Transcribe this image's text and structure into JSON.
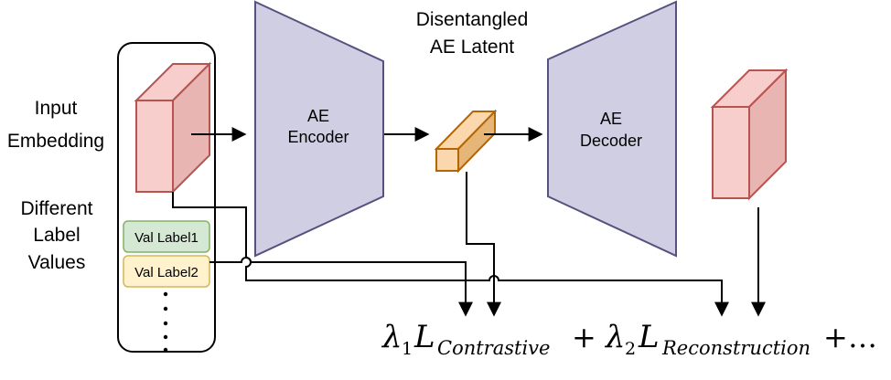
{
  "labels": {
    "input_line1": "Input",
    "input_line2": "Embedding",
    "diff_line1": "Different",
    "diff_line2": "Label",
    "diff_line3": "Values",
    "latent_line1": "Disentangled",
    "latent_line2": "AE Latent",
    "encoder_line1": "AE",
    "encoder_line2": "Encoder",
    "decoder_line1": "AE",
    "decoder_line2": "Decoder"
  },
  "tags": {
    "label1": "Val Label1",
    "label2": "Val Label2"
  },
  "formula": {
    "lambda1": "λ",
    "sub1": "1",
    "L1": "L",
    "contrastive": "Contrastive",
    "plus1": "+",
    "lambda2": "λ",
    "sub2": "2",
    "L2": "L",
    "reconstruction": "Reconstruction",
    "plus2": "+",
    "ellipsis": "…"
  },
  "colors": {
    "trapezoid_fill": "#d0cee2",
    "trapezoid_stroke": "#56517e",
    "cube_red_fill": "#f8cecc",
    "cube_red_side": "#e8b5b3",
    "cube_red_stroke": "#b85450",
    "cube_orange_fill": "#fad7ac",
    "cube_orange_side": "#e6b679",
    "cube_orange_stroke": "#b46504",
    "tag1_fill": "#d5e8d4",
    "tag1_stroke": "#82b366",
    "tag2_fill": "#fff2cc",
    "tag2_stroke": "#d6b656"
  }
}
